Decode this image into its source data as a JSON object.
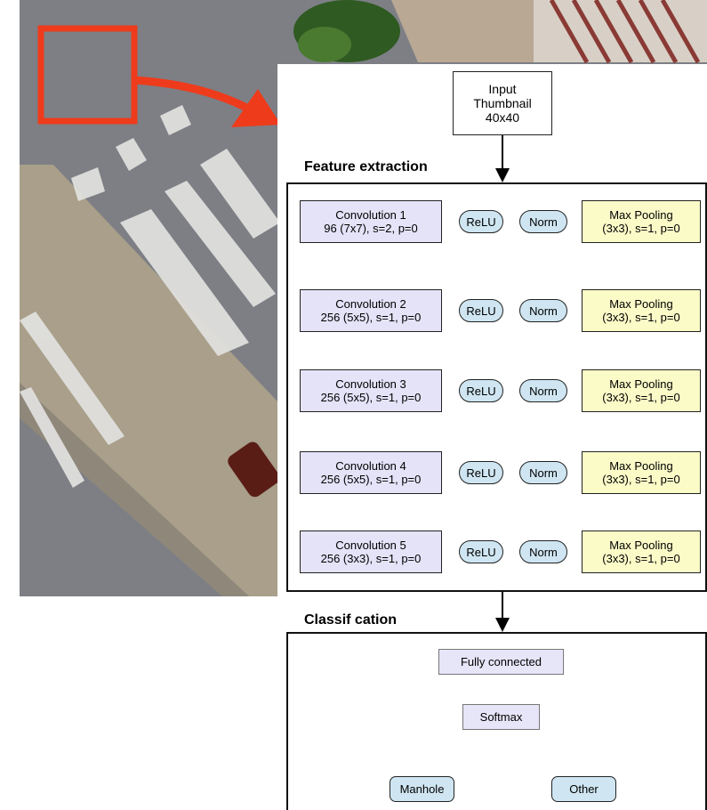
{
  "input": {
    "line1": "Input",
    "line2": "Thumbnail",
    "line3": "40x40"
  },
  "feature": {
    "title": "Feature extraction",
    "relu": "ReLU",
    "norm": "Norm",
    "rows": [
      {
        "conv1": "Convolution 1",
        "conv2": "96 (7x7), s=2, p=0",
        "pool1": "Max Pooling",
        "pool2": "(3x3), s=1, p=0"
      },
      {
        "conv1": "Convolution 2",
        "conv2": "256 (5x5), s=1, p=0",
        "pool1": "Max Pooling",
        "pool2": "(3x3), s=1, p=0"
      },
      {
        "conv1": "Convolution 3",
        "conv2": "256 (5x5), s=1, p=0",
        "pool1": "Max Pooling",
        "pool2": "(3x3), s=1, p=0"
      },
      {
        "conv1": "Convolution 4",
        "conv2": "256 (5x5), s=1, p=0",
        "pool1": "Max Pooling",
        "pool2": "(3x3), s=1, p=0"
      },
      {
        "conv1": "Convolution 5",
        "conv2": "256 (3x3), s=1, p=0",
        "pool1": "Max Pooling",
        "pool2": "(3x3), s=1, p=0"
      }
    ]
  },
  "classification": {
    "title": "Classif cation",
    "fully_connected": "Fully connected",
    "softmax": "Softmax",
    "outputs": [
      "Manhole",
      "Other"
    ]
  },
  "colors": {
    "conv_fill": "#e4e3f8",
    "pool_fill": "#fbfbc8",
    "pill_fill": "#cfe6f2",
    "highlight_square": "#ee3b1c",
    "photo_asphalt": "#7d7f85",
    "photo_sidewalk": "#a99f8a"
  }
}
